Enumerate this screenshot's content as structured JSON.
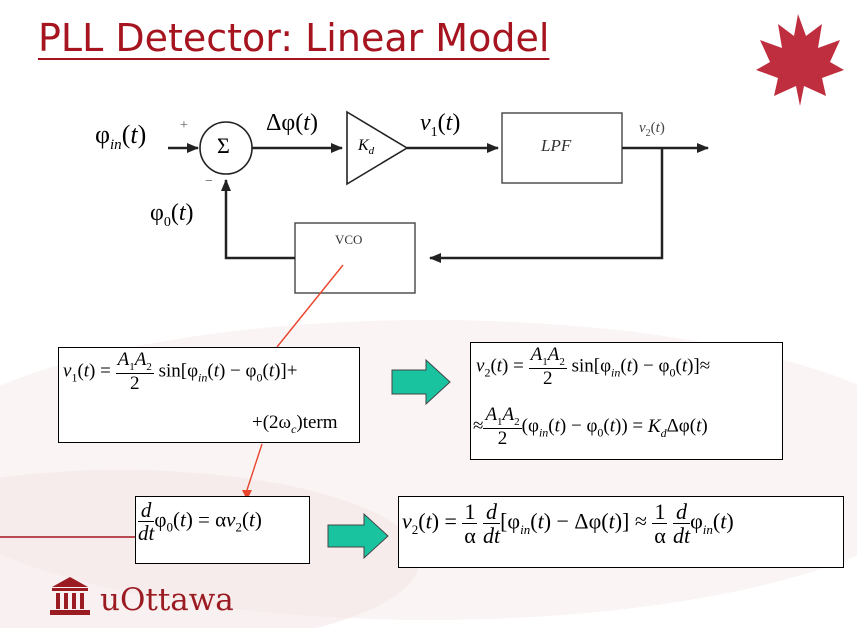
{
  "slide": {
    "title": "PLL Detector: Linear Model",
    "logo_text": "uOttawa"
  },
  "diagram": {
    "input_label": "φin(t)",
    "plus_sign": "+",
    "minus_sign": "−",
    "sum_symbol": "Σ",
    "error_label": "Δφ(t)",
    "gain_label": "Kd",
    "v1_label": "v1(t)",
    "lpf_label": "LPF",
    "v2_label": "v2(t)",
    "feedback_label": "φ0(t)",
    "vco_label": "VCO"
  },
  "equations": {
    "eq1_line1": "v1(t) = (A1A2/2) sin[φin(t) − φ0(t)] +",
    "eq1_line2": "+(2ωc)term",
    "eq2_line1": "v2(t) = (A1A2/2) sin[φin(t) − φ0(t)] ≈",
    "eq2_line2": "≈ (A1A2/2)(φin(t) − φ0(t)) = Kd Δφ(t)",
    "eq3": "d/dt φ0(t) = αv2(t)",
    "eq4": "v2(t) = (1/α) d/dt[φin(t) − Δφ(t)] ≈ (1/α) d/dt φin(t)"
  },
  "colors": {
    "title": "#a6141f",
    "arrow_fill": "#19c3a0",
    "pointer_line": "#e8452c",
    "logo": "#9b1b22"
  }
}
